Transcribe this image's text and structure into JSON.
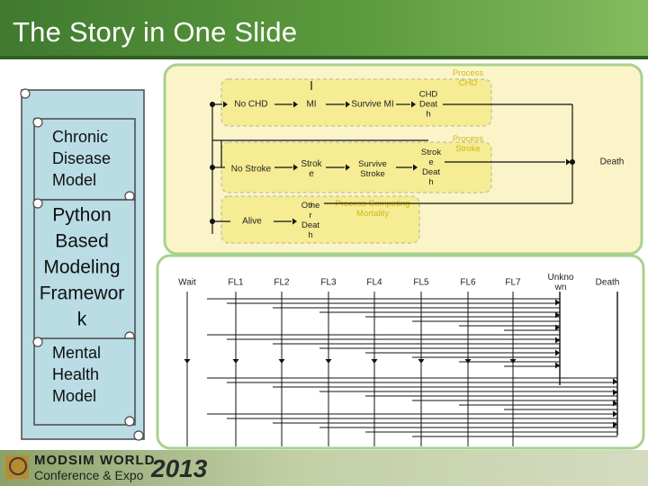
{
  "slide": {
    "title": "The Story in One Slide"
  },
  "footer": {
    "brand_line1": "MODSIM WORLD",
    "brand_line2": "Conference & Expo",
    "year": "2013"
  },
  "scroll": {
    "chronic": "Chronic\nDisease\nModel",
    "python": "Python\nBased\nModeling\nFramewor\nk",
    "mental": "Mental\nHealth\nModel"
  },
  "states": {
    "no_chd": "No CHD",
    "mi": "MI",
    "survive_mi": "Survive MI",
    "chd_death": "CHD\nDeat\nh",
    "no_stroke": "No Stroke",
    "stroke": "Strok\ne",
    "survive_stroke": "Survive\nStroke",
    "stroke_death": "Strok\ne\nDeat\nh",
    "alive": "Alive",
    "other_death": "Othe\nr\nDeat\nh",
    "death": "Death"
  },
  "processes": {
    "chd": "Process\nCHD",
    "stroke": "Process\nStroke",
    "competing": "Process Competing\nMortality"
  },
  "stages": [
    "Wait",
    "FL1",
    "FL2",
    "FL3",
    "FL4",
    "FL5",
    "FL6",
    "FL7",
    "Unkno\nwn",
    "Death"
  ],
  "colors": {
    "panel_fill": "#fbf4c8",
    "panel_border": "#a9d18e",
    "process_fill": "#f5ec93",
    "scroll_fill": "#b9dce5",
    "title_bar": "#4a8a34",
    "highlight_text": "#d4b614"
  }
}
